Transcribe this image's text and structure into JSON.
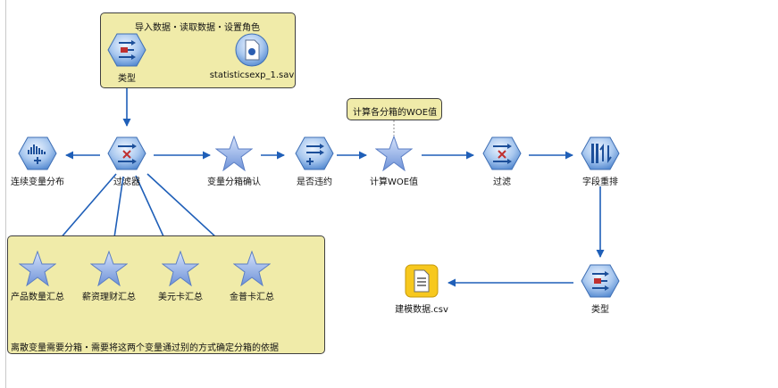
{
  "stream": {
    "comments": {
      "import": "导入数据・读取数据・设置角色",
      "woe": "计算各分箱的WOE值",
      "discrete": "离散变量需要分箱・需要将这两个变量通过别的方式确定分箱的依据"
    },
    "nodes": {
      "file_source": {
        "label": "statisticsexp_1.sav",
        "icon": "spss-file-source-icon"
      },
      "type_top": {
        "label": "类型",
        "icon": "type-node-icon"
      },
      "filter_main": {
        "label": "过滤器",
        "icon": "filter-node-icon"
      },
      "continuous": {
        "label": "连续变量分布",
        "icon": "histogram-node-icon"
      },
      "bin_confirm": {
        "label": "变量分箱确认",
        "icon": "supernode-star-icon"
      },
      "default": {
        "label": "是否违约",
        "icon": "derive-node-icon"
      },
      "woe_calc": {
        "label": "计算WOE值",
        "icon": "supernode-star-icon"
      },
      "filter2": {
        "label": "过滤",
        "icon": "filter-node-icon"
      },
      "field_reorder": {
        "label": "字段重排",
        "icon": "field-reorder-icon"
      },
      "type_bottom": {
        "label": "类型",
        "icon": "type-node-icon"
      },
      "model_csv": {
        "label": "建模数据.csv",
        "icon": "flat-file-export-icon"
      },
      "product_sum": {
        "label": "产品数量汇总",
        "icon": "supernode-star-icon"
      },
      "salary_sum": {
        "label": "薪资理财汇总",
        "icon": "supernode-star-icon"
      },
      "usd_sum": {
        "label": "美元卡汇总",
        "icon": "supernode-star-icon"
      },
      "gold_sum": {
        "label": "金普卡汇总",
        "icon": "supernode-star-icon"
      }
    },
    "colors": {
      "connector": "#1f5fb8",
      "comment_bg": "#f0eba9",
      "node_blue": "#5a8fd4",
      "star": "#8aa8e0",
      "export_yellow": "#f7c81e"
    }
  }
}
